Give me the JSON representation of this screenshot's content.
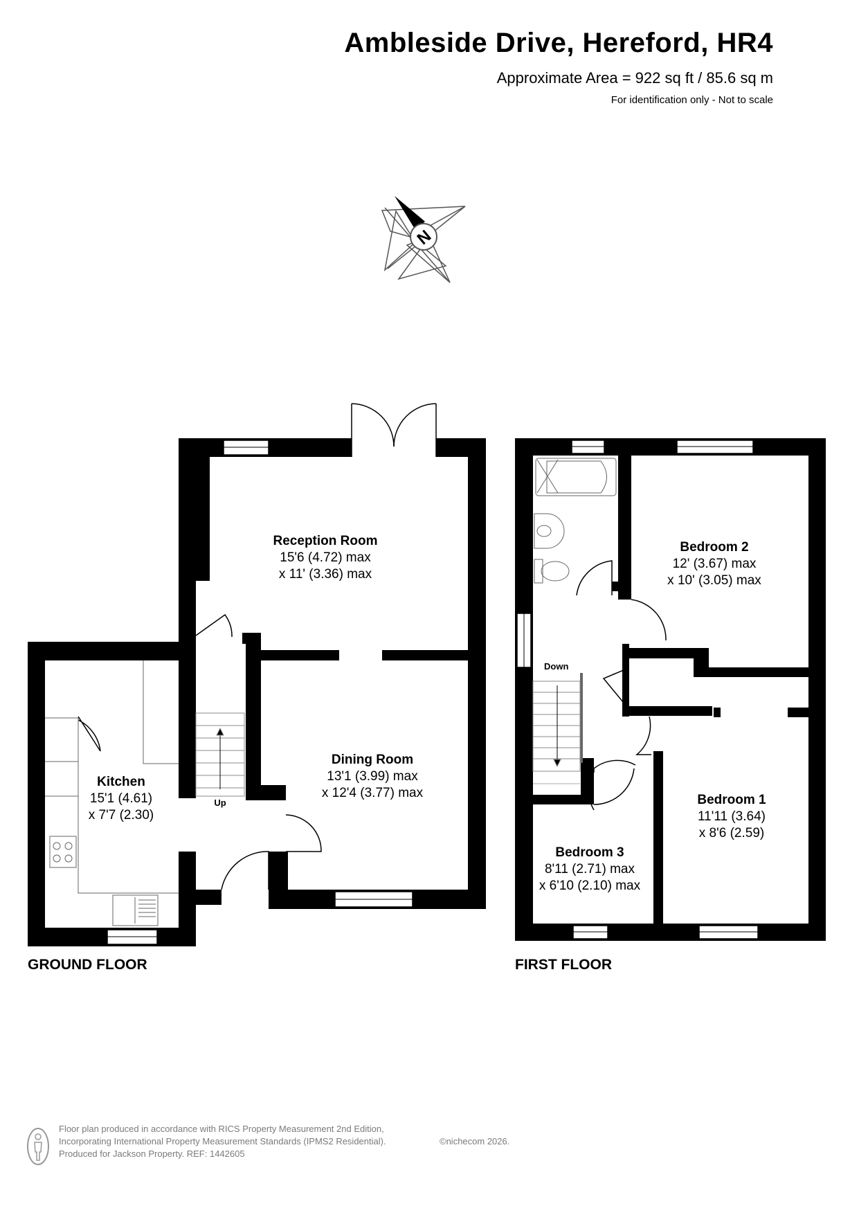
{
  "header": {
    "title": "Ambleside Drive, Hereford, HR4",
    "area": "Approximate Area = 922 sq ft / 85.6 sq m",
    "note": "For identification only - Not to scale"
  },
  "compass": {
    "label": "N",
    "icon": "compass-icon"
  },
  "floors": {
    "ground": {
      "label": "GROUND FLOOR",
      "stairs_label": "Up",
      "rooms": {
        "reception": {
          "name": "Reception Room",
          "dim1": "15'6 (4.72) max",
          "dim2": "x 11' (3.36) max"
        },
        "dining": {
          "name": "Dining Room",
          "dim1": "13'1 (3.99) max",
          "dim2": "x 12'4 (3.77) max"
        },
        "kitchen": {
          "name": "Kitchen",
          "dim1": "15'1 (4.61)",
          "dim2": "x 7'7 (2.30)"
        }
      }
    },
    "first": {
      "label": "FIRST FLOOR",
      "stairs_label": "Down",
      "rooms": {
        "bedroom2": {
          "name": "Bedroom 2",
          "dim1": "12' (3.67) max",
          "dim2": "x 10' (3.05) max"
        },
        "bedroom1": {
          "name": "Bedroom 1",
          "dim1": "11'11 (3.64)",
          "dim2": "x 8'6 (2.59)"
        },
        "bedroom3": {
          "name": "Bedroom 3",
          "dim1": "8'11 (2.71) max",
          "dim2": "x 6'10 (2.10) max"
        }
      }
    }
  },
  "footer": {
    "line1": "Floor plan produced in accordance with RICS Property Measurement 2nd Edition,",
    "line2": "Incorporating International Property Measurement Standards (IPMS2 Residential).",
    "brand": "©nichecom 2026.",
    "line3": "Produced for Jackson Property.   REF: 1442605"
  },
  "colors": {
    "wall": "#000000",
    "fixture": "#555555",
    "footer_text": "#7a7a7a"
  }
}
